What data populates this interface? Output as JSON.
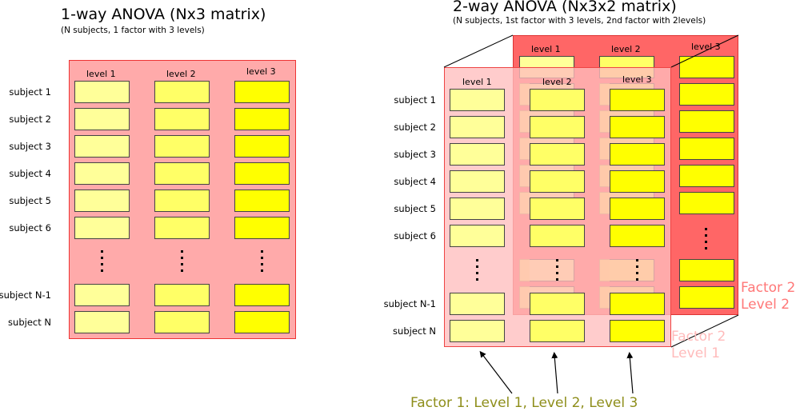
{
  "left": {
    "title": "1-way ANOVA (Nx3 matrix)",
    "subtitle": "(N subjects, 1 factor with 3 levels)",
    "levels": [
      "level 1",
      "level 2",
      "level 3"
    ],
    "subjects": [
      "subject 1",
      "subject 2",
      "subject 3",
      "subject 4",
      "subject 5",
      "subject 6",
      "subject N-1",
      "subject N"
    ]
  },
  "right": {
    "title": "2-way ANOVA (Nx3x2 matrix)",
    "subtitle": "(N subjects, 1st factor with 3 levels, 2nd factor with 2levels)",
    "front_levels": [
      "level 1",
      "level 2",
      "level 3"
    ],
    "back_levels": [
      "level 1",
      "level 2",
      "level 3"
    ],
    "subjects": [
      "subject 1",
      "subject 2",
      "subject 3",
      "subject 4",
      "subject 5",
      "subject 6",
      "subject N-1",
      "subject N"
    ],
    "factor2_level2": [
      "Factor 2",
      "Level 2"
    ],
    "factor2_level1": [
      "Factor 2",
      "Level 1"
    ],
    "factor1_label": "Factor 1: Level 1, Level 2, Level 3"
  },
  "colors": {
    "panel_light": "#ffaaaa",
    "panel_back": "#ff6666",
    "panel_front": "#ffbbbb",
    "cell_level1": "#ffff99",
    "cell_level2": "#ffff66",
    "cell_level3": "#ffff00",
    "factor2_level2_text": "#ff7777",
    "factor2_level1_text": "#ffbbbb",
    "factor1_text": "#8e8e1a"
  }
}
